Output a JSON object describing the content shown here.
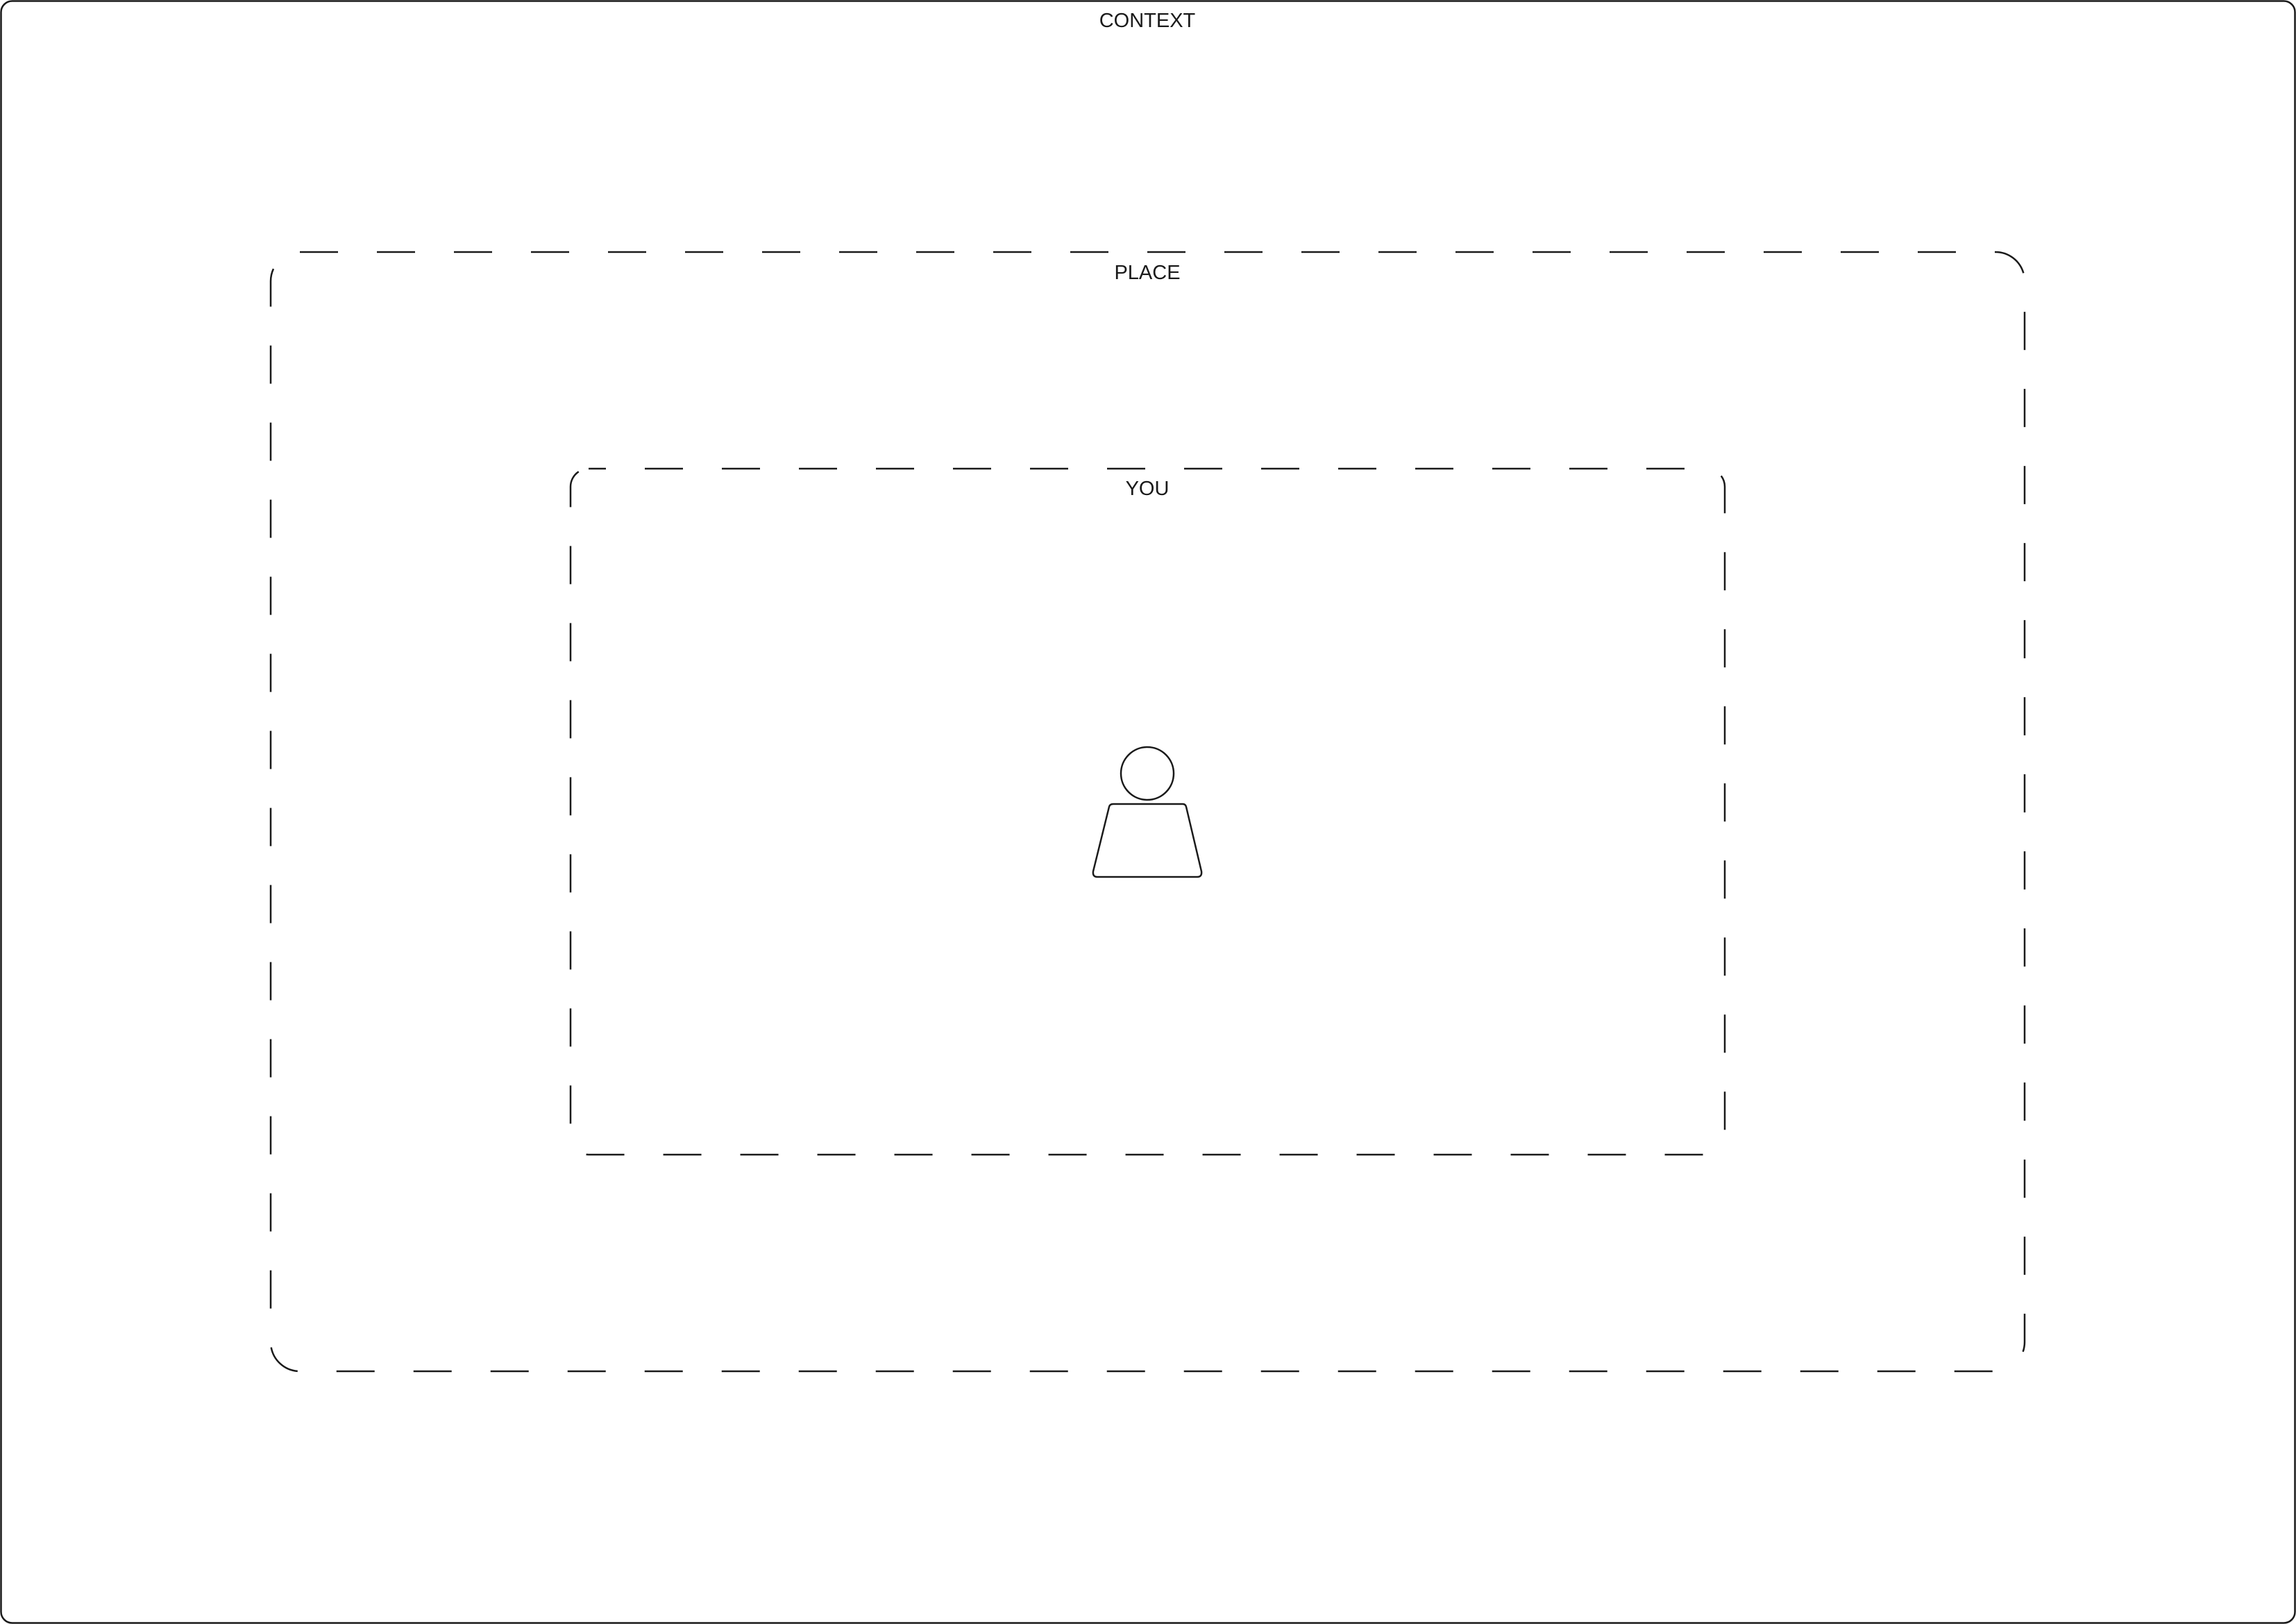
{
  "diagram": {
    "labels": {
      "context": "CONTEXT",
      "place": "PLACE",
      "you": "YOU"
    },
    "icons": {
      "center": "person-icon"
    },
    "colors": {
      "stroke": "#1a1a1a",
      "background": "#ffffff"
    }
  }
}
